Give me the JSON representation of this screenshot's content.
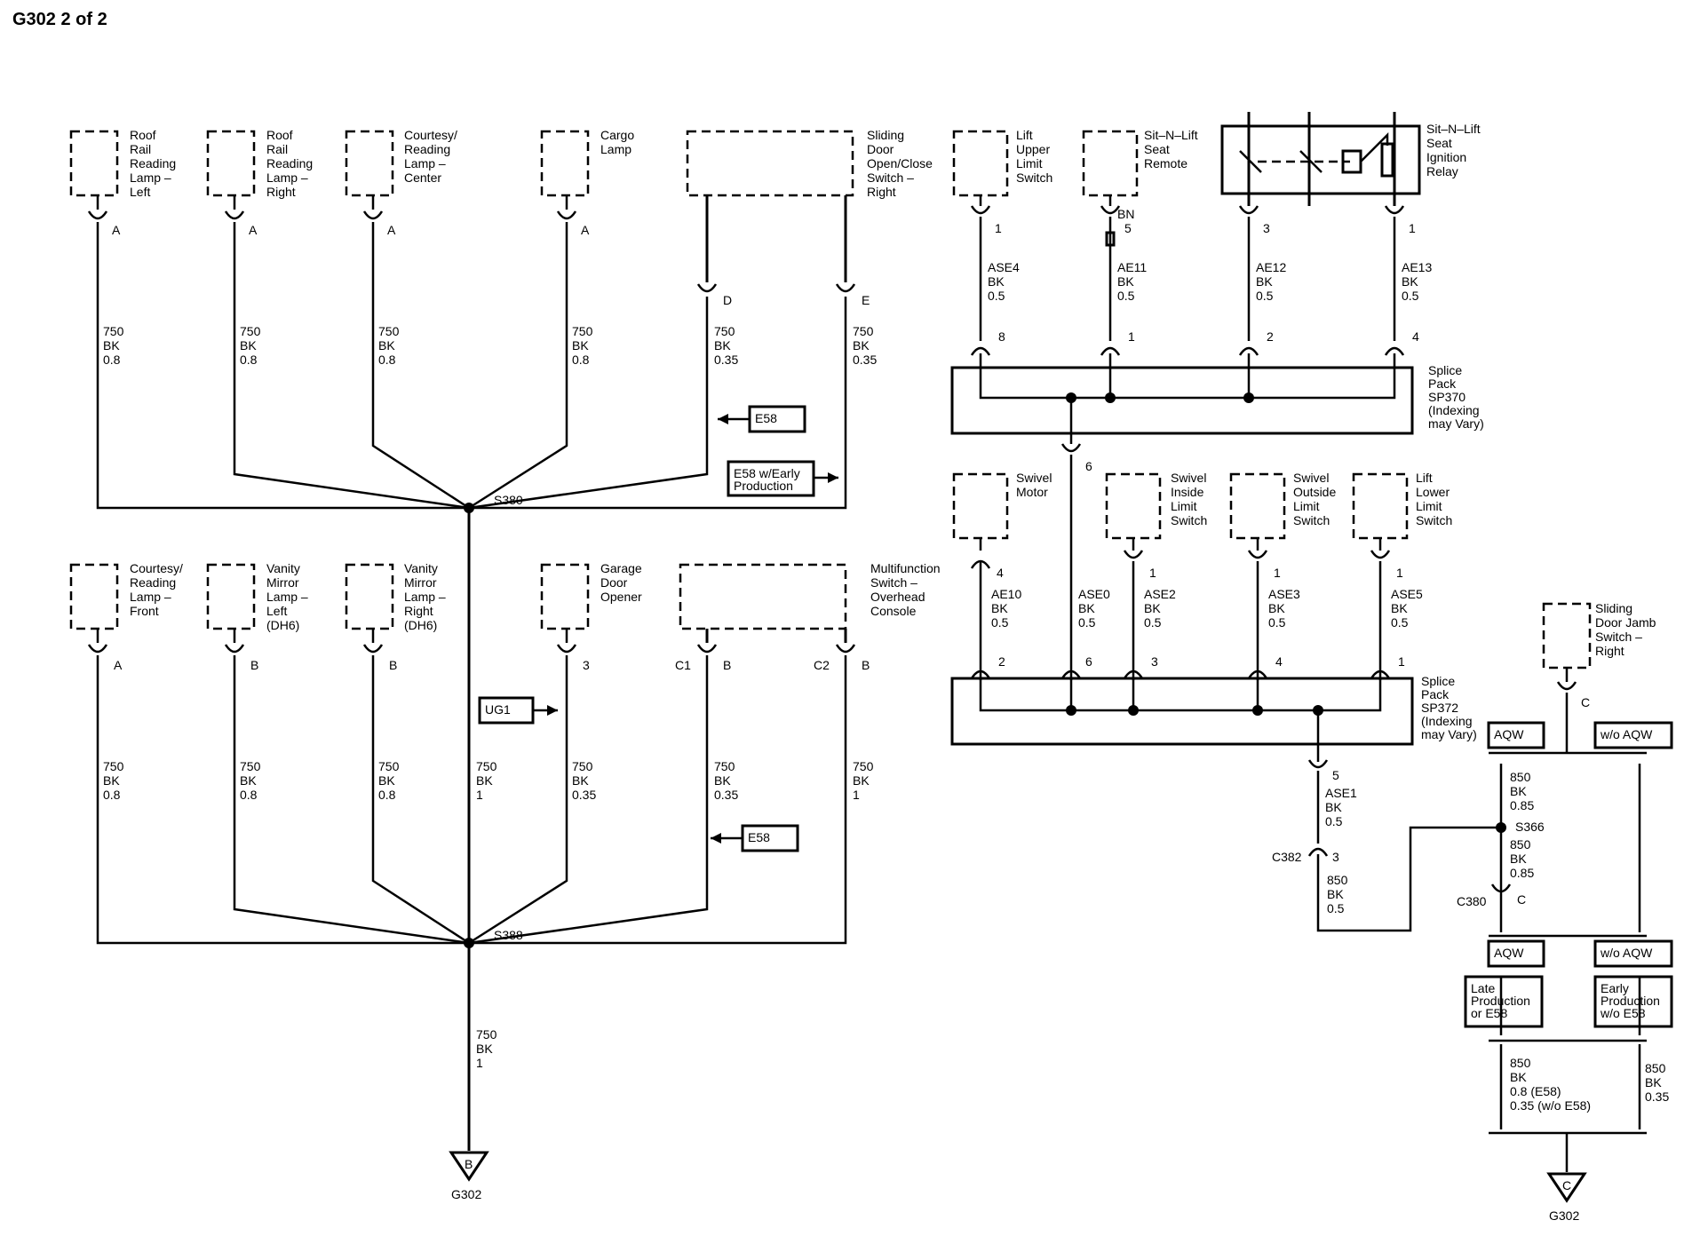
{
  "title": "G302 2 of 2",
  "components": {
    "roof_left": "Roof|Rail|Reading|Lamp –|Left",
    "roof_right": "Roof|Rail|Reading|Lamp –|Right",
    "courtesy_center": "Courtesy/|Reading|Lamp –|Center",
    "cargo": "Cargo|Lamp",
    "sliding_door_switch": "Sliding|Door|Open/Close|Switch –|Right",
    "lift_upper": "Lift|Upper|Limit|Switch",
    "sitnlift_remote": "Sit–N–Lift|Seat|Remote",
    "sitnlift_relay": "Sit–N–Lift|Seat|Ignition|Relay",
    "courtesy_front": "Courtesy/|Reading|Lamp –|Front",
    "vanity_left": "Vanity|Mirror|Lamp –|Left|(DH6)",
    "vanity_right": "Vanity|Mirror|Lamp –|Right|(DH6)",
    "garage": "Garage|Door|Opener",
    "multifunction": "Multifunction|Switch –|Overhead|Console",
    "swivel_motor": "Swivel|Motor",
    "swivel_inside": "Swivel|Inside|Limit|Switch",
    "swivel_outside": "Swivel|Outside|Limit|Switch",
    "lift_lower": "Lift|Lower|Limit|Switch",
    "jamb_switch": "Sliding|Door Jamb|Switch –|Right",
    "sp370": "Splice|Pack|SP370|(Indexing|may Vary)",
    "sp372": "Splice|Pack|SP372|(Indexing|may Vary)"
  },
  "pins": {
    "A": "A",
    "B": "B",
    "C": "C",
    "D": "D",
    "E": "E",
    "C1": "C1",
    "C2": "C2",
    "p1": "1",
    "p2": "2",
    "p3": "3",
    "p4": "4",
    "p5": "5",
    "p6": "6",
    "p8": "8"
  },
  "wires": {
    "w750_08": "750|BK|0.8",
    "w750_035": "750|BK|0.35",
    "w750_1": "750|BK|1",
    "ase4": "ASE4|BK|0.5",
    "ae11": "AE11|BK|0.5",
    "ae12": "AE12|BK|0.5",
    "ae13": "AE13|BK|0.5",
    "ae10": "AE10|BK|0.5",
    "ase0": "ASE0|BK|0.5",
    "ase2": "ASE2|BK|0.5",
    "ase3": "ASE3|BK|0.5",
    "ase5": "ASE5|BK|0.5",
    "ase1": "ASE1|BK|0.5",
    "w850_05": "850|BK|0.5",
    "w850_085": "850|BK|0.85",
    "w850_e58": "850|BK|0.8 (E58)|0.35 (w/o E58)",
    "w850_035": "850|BK|0.35",
    "bn": "BN"
  },
  "splices": {
    "s380": "S380",
    "s388": "S388",
    "s366": "S366"
  },
  "connectors": {
    "c382": "C382",
    "c380": "C380"
  },
  "options": {
    "e58": "E58",
    "e58_early": "E58 w/Early|Production",
    "ug1": "UG1",
    "aqw": "AQW",
    "wo_aqw": "w/o AQW",
    "late_prod": "Late|Production|or E58",
    "early_prod": "Early|Production|w/o E58"
  },
  "grounds": {
    "g302": "G302",
    "b": "B",
    "c": "C"
  }
}
